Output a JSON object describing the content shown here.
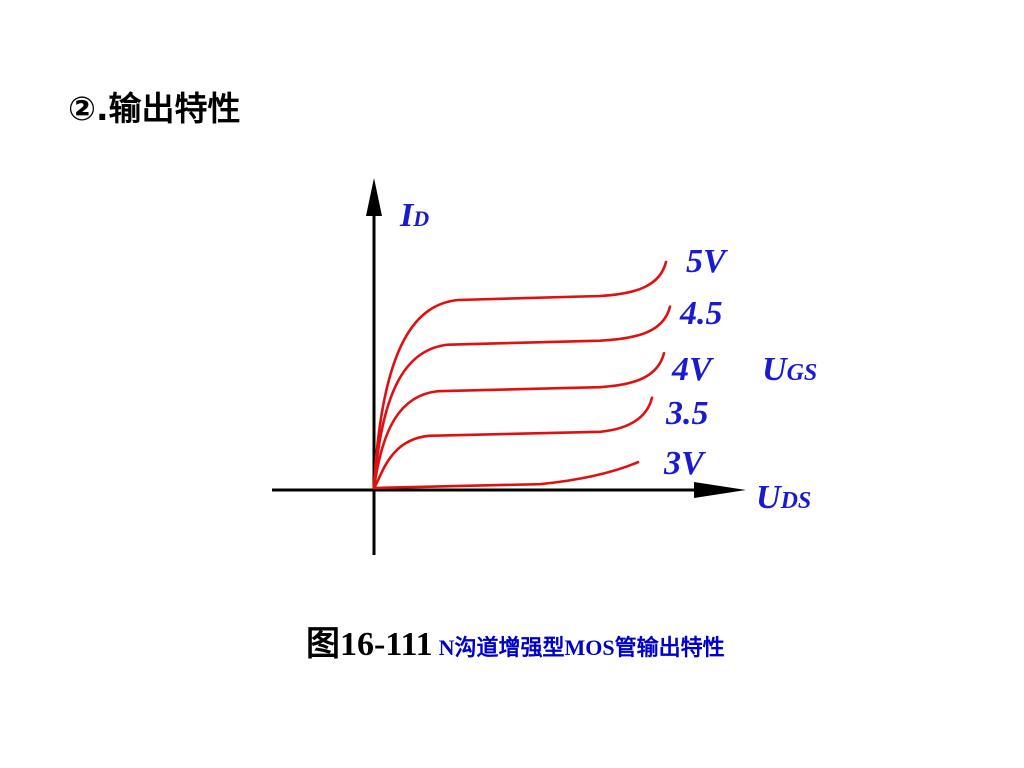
{
  "section_title": "②.输出特性",
  "caption": {
    "prefix": "图16-111",
    "text": "N沟道增强型MOS管输出特性"
  },
  "axes": {
    "y_label_main": "I",
    "y_label_sub": "D",
    "x_label_main": "U",
    "x_label_sub": "DS",
    "param_label_main": "U",
    "param_label_sub": "GS"
  },
  "curves": [
    {
      "label": "5V",
      "level": 1.0
    },
    {
      "label": "4.5",
      "level": 0.76
    },
    {
      "label": "4V",
      "level": 0.51
    },
    {
      "label": "3.5",
      "level": 0.27
    },
    {
      "label": "3V",
      "level": 0.01
    }
  ],
  "colors": {
    "curve": "#e01010",
    "label": "#1a1ad0",
    "axis": "#000000"
  }
}
